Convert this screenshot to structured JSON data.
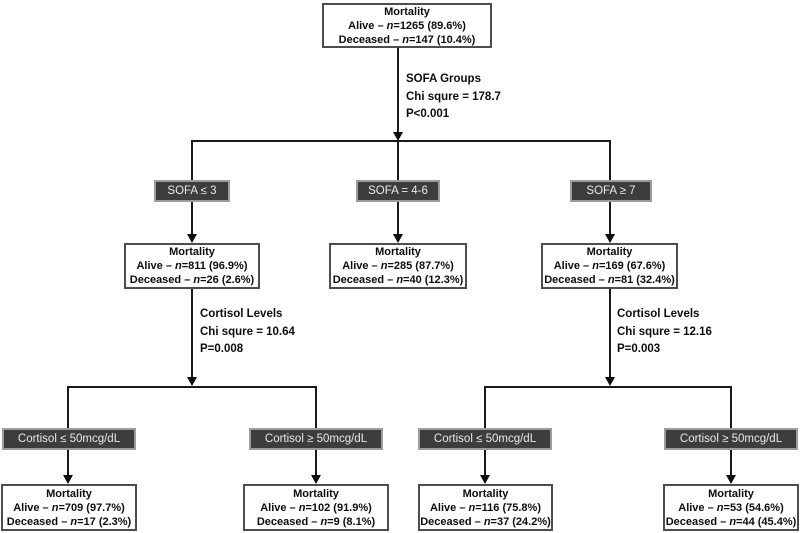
{
  "figure": {
    "background": "#ffffff",
    "colors": {
      "white_box_border": "#4d4d4d",
      "dark_box_bg": "#3d3d3d",
      "dark_box_border": "#9c9c9c",
      "dark_box_text": "#e9e9e9",
      "line": "#1a1a1a",
      "text": "#0d0d0d"
    }
  },
  "root": {
    "title": "Mortality",
    "alive": "Alive – n=1265 (89.6%)",
    "deceased": "Deceased – n=147 (10.4%)"
  },
  "sofa_split": {
    "label": "SOFA Groups",
    "chi": "Chi squre = 178.7",
    "p": "P<0.001"
  },
  "sofa_groups": [
    {
      "condition": "SOFA ≤ 3",
      "mortality": {
        "title": "Mortality",
        "alive": "Alive – n=811 (96.9%)",
        "deceased": "Deceased – n=26 (2.6%)"
      },
      "cortisol_split": {
        "label": "Cortisol Levels",
        "chi": "Chi squre = 10.64",
        "p": "P=0.008"
      },
      "children": [
        {
          "condition": "Cortisol ≤ 50mcg/dL",
          "mortality": {
            "title": "Mortality",
            "alive": "Alive – n=709 (97.7%)",
            "deceased": "Deceased – n=17 (2.3%)"
          }
        },
        {
          "condition": "Cortisol ≥ 50mcg/dL",
          "mortality": {
            "title": "Mortality",
            "alive": "Alive – n=102 (91.9%)",
            "deceased": "Deceased – n=9 (8.1%)"
          }
        }
      ]
    },
    {
      "condition": "SOFA = 4-6",
      "mortality": {
        "title": "Mortality",
        "alive": "Alive – n=285 (87.7%)",
        "deceased": "Deceased – n=40 (12.3%)"
      }
    },
    {
      "condition": "SOFA ≥ 7",
      "mortality": {
        "title": "Mortality",
        "alive": "Alive – n=169 (67.6%)",
        "deceased": "Deceased – n=81 (32.4%)"
      },
      "cortisol_split": {
        "label": "Cortisol Levels",
        "chi": "Chi squre = 12.16",
        "p": "P=0.003"
      },
      "children": [
        {
          "condition": "Cortisol ≤ 50mcg/dL",
          "mortality": {
            "title": "Mortality",
            "alive": "Alive – n=116 (75.8%)",
            "deceased": "Deceased – n=37 (24.2%)"
          }
        },
        {
          "condition": "Cortisol ≥ 50mcg/dL",
          "mortality": {
            "title": "Mortality",
            "alive": "Alive – n=53 (54.6%)",
            "deceased": "Deceased – n=44 (45.4%)"
          }
        }
      ]
    }
  ]
}
